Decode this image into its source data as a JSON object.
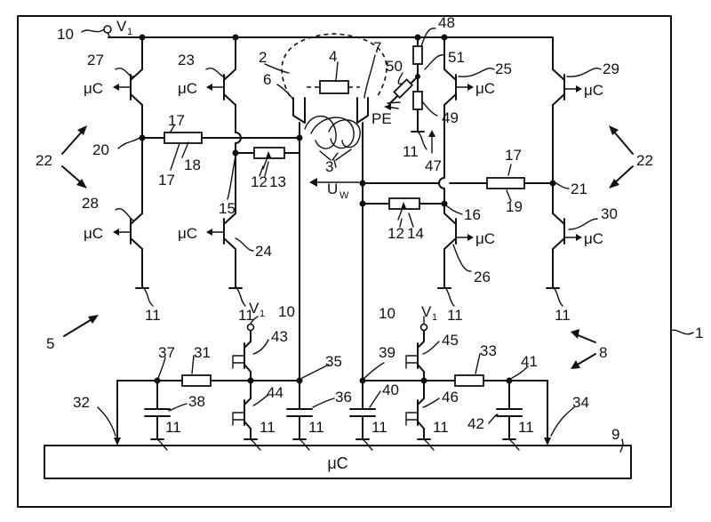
{
  "labels": {
    "n1": "1",
    "n2": "2",
    "n3": "3",
    "n4": "4",
    "n5": "5",
    "n6": "6",
    "n7": "7",
    "n8": "8",
    "n9": "9",
    "n10": "10",
    "n11": "11",
    "n12": "12",
    "n13": "13",
    "n14": "14",
    "n15": "15",
    "n16": "16",
    "n17": "17",
    "n18": "18",
    "n19": "19",
    "n20": "20",
    "n21": "21",
    "n22": "22",
    "n23": "23",
    "n24": "24",
    "n25": "25",
    "n26": "26",
    "n27": "27",
    "n28": "28",
    "n29": "29",
    "n30": "30",
    "n31": "31",
    "n32": "32",
    "n33": "33",
    "n34": "34",
    "n35": "35",
    "n36": "36",
    "n37": "37",
    "n38": "38",
    "n39": "39",
    "n40": "40",
    "n41": "41",
    "n42": "42",
    "n43": "43",
    "n44": "44",
    "n45": "45",
    "n46": "46",
    "n47": "47",
    "n48": "48",
    "n49": "49",
    "n50": "50",
    "n51": "51",
    "v1": "V",
    "v1_sub": "1",
    "uc": "μC",
    "pe": "PE",
    "uw": "U",
    "uw_sub": "W"
  }
}
